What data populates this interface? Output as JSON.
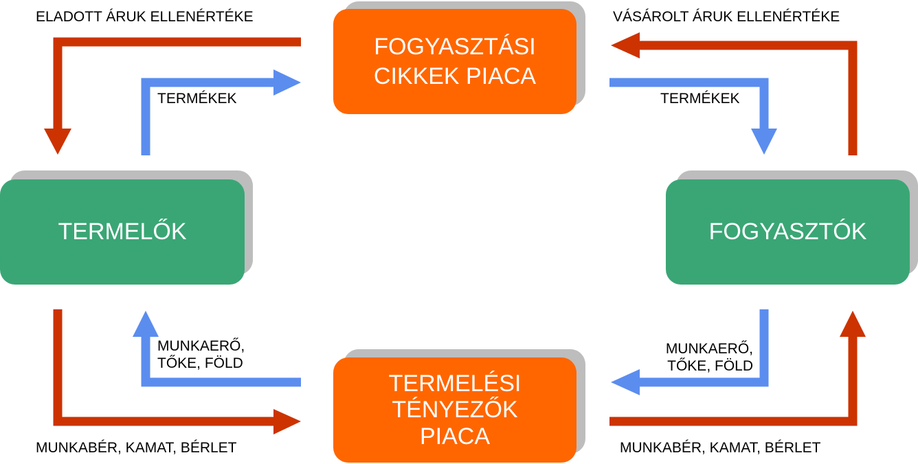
{
  "nodes": {
    "consumer_goods_market": "FOGYASZTÁSI\nCIKKEK PIACA",
    "producers": "TERMELŐK",
    "consumers": "FOGYASZTÓK",
    "factor_market": "TERMELÉSI\nTÉNYEZŐK\nPIACA"
  },
  "flows": {
    "top_left_money": "ELADOTT ÁRUK ELLENÉRTÉKE",
    "top_right_money": "VÁSÁROLT ÁRUK ELLENÉRTÉKE",
    "top_left_goods": "TERMÉKEK",
    "top_right_goods": "TERMÉKEK",
    "bottom_left_factors": "MUNKAERŐ,\nTŐKE, FÖLD",
    "bottom_right_factors": "MUNKAERŐ,\nTŐKE, FÖLD",
    "bottom_left_money": "MUNKABÉR, KAMAT, BÉRLET",
    "bottom_right_money": "MUNKABÉR, KAMAT, BÉRLET"
  },
  "colors": {
    "money_flow": "#cc3300",
    "real_flow": "#5b8def",
    "market_box": "#ff6600",
    "actor_box": "#3aa675",
    "shadow": "#bdbdbd"
  }
}
